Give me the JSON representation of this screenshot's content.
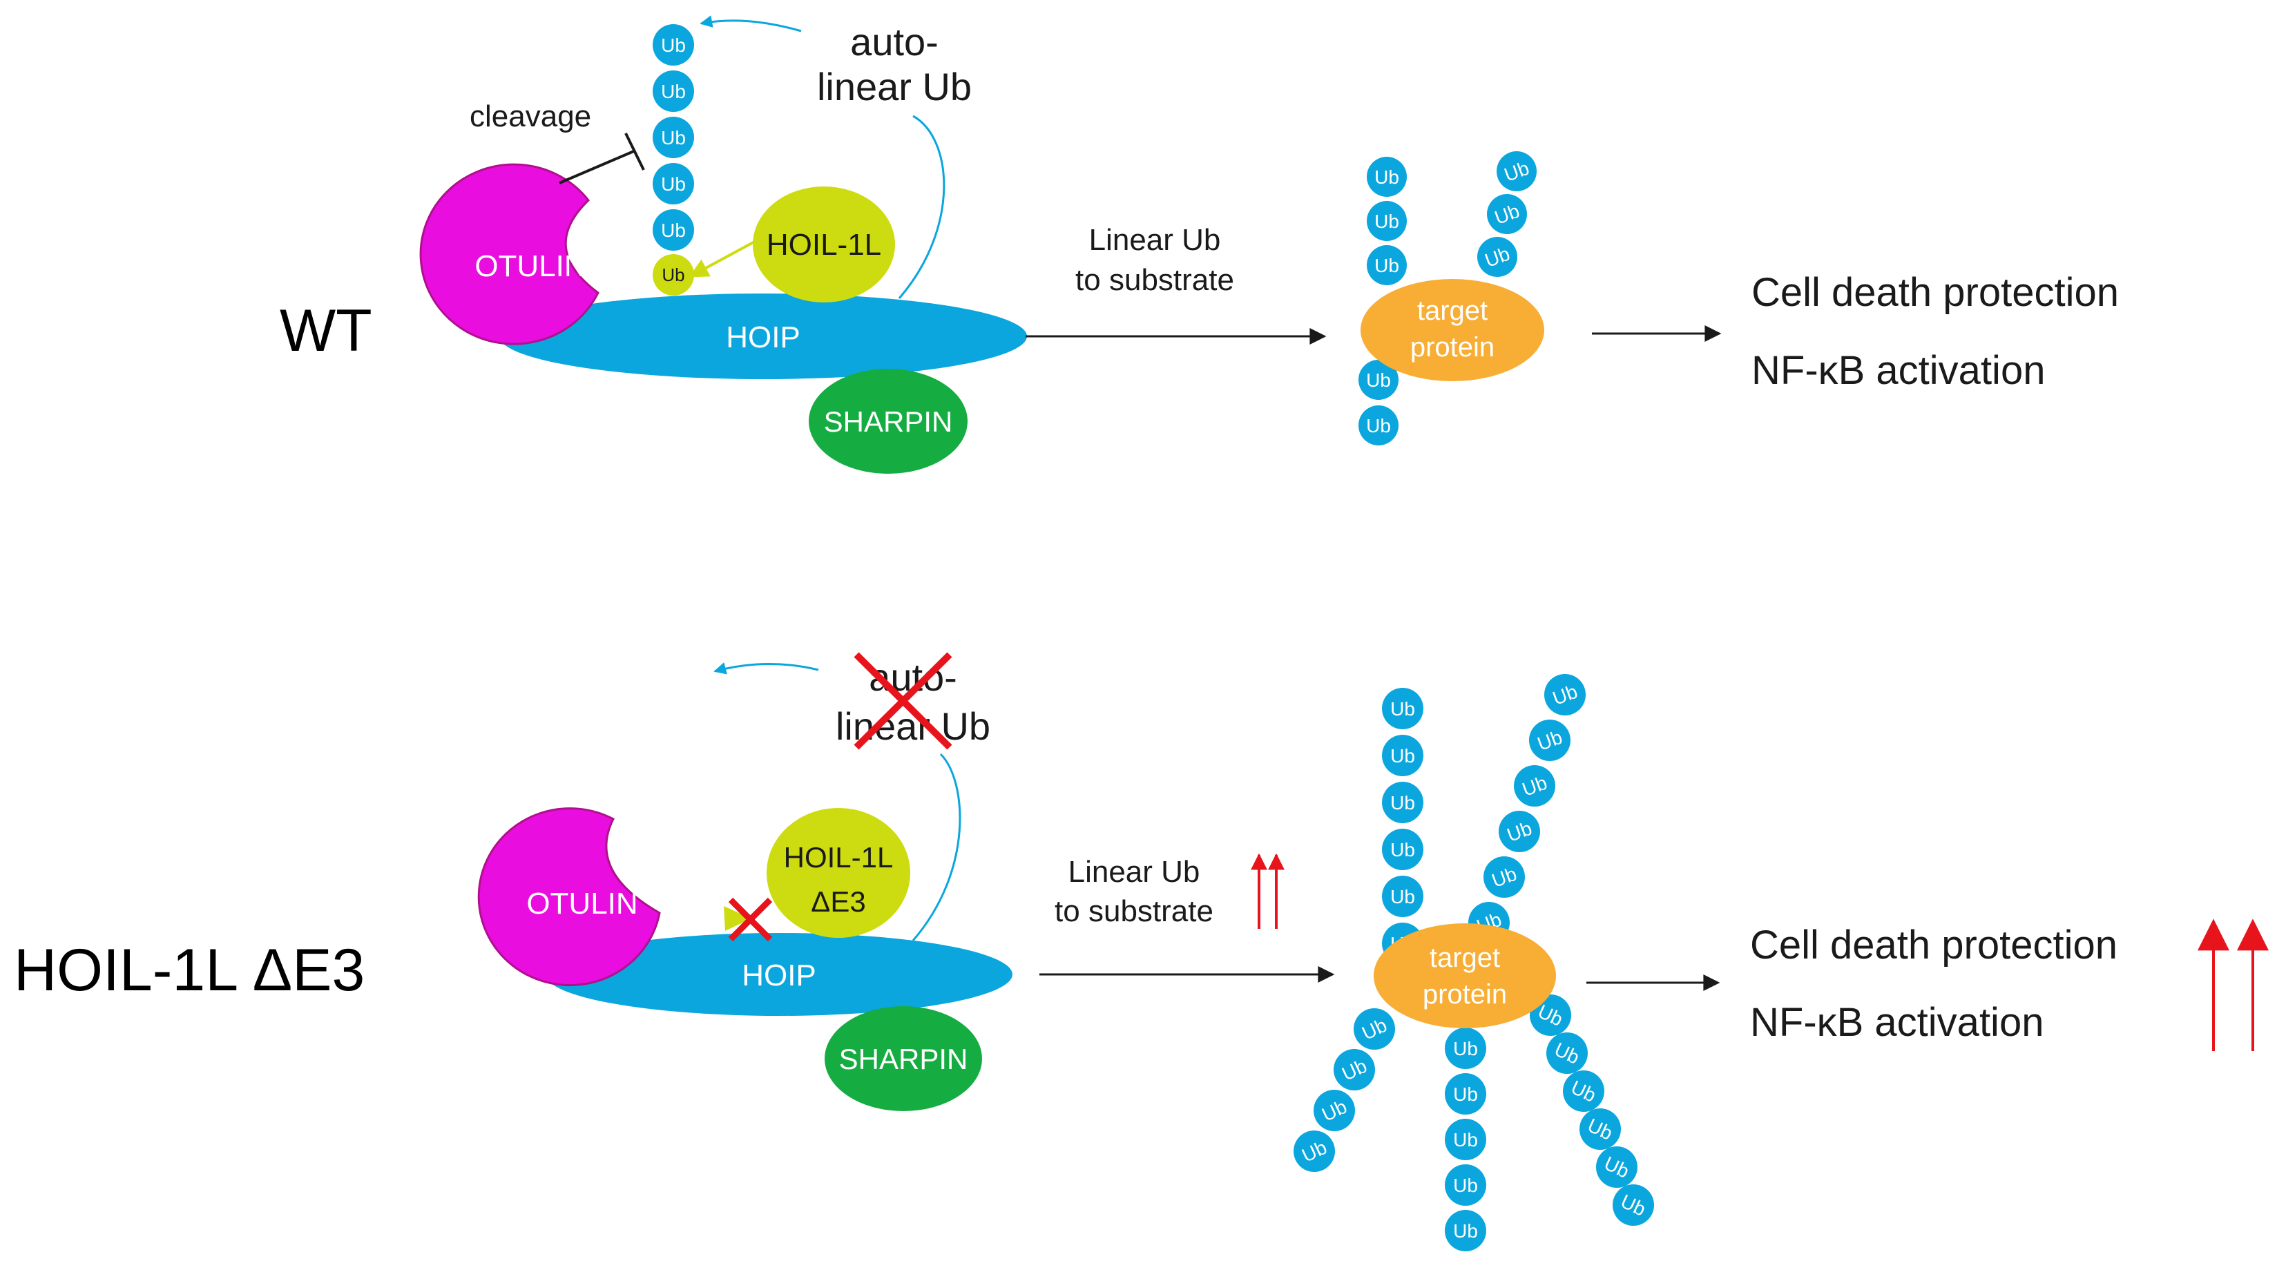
{
  "colors": {
    "ub": "#0aa6dd",
    "hoip": "#0aa6dd",
    "otulin": "#e90ddf",
    "hoil": "#cddc10",
    "sharpin": "#15ad42",
    "target": "#f8ad35",
    "red": "#e8141c",
    "line": "#1a1a1a"
  },
  "labels": {
    "ub": "Ub",
    "hoip": "HOIP",
    "sharpin": "SHARPIN",
    "otulin": "OTULIN",
    "target_line1": "target",
    "target_line2": "protein",
    "linear_ub_line1": "Linear Ub",
    "linear_ub_line2": "to substrate",
    "auto_line1": "auto-",
    "auto_line2": "linear Ub",
    "cell_death": "Cell death protection",
    "nfkb": "NF-κB activation"
  },
  "panels": {
    "wt": {
      "condition": "WT",
      "cleavage": "cleavage",
      "hoil": "HOIL-1L"
    },
    "mutant": {
      "condition": "HOIL-1L ΔE3",
      "hoil_line1": "HOIL-1L",
      "hoil_line2": "ΔE3"
    }
  }
}
